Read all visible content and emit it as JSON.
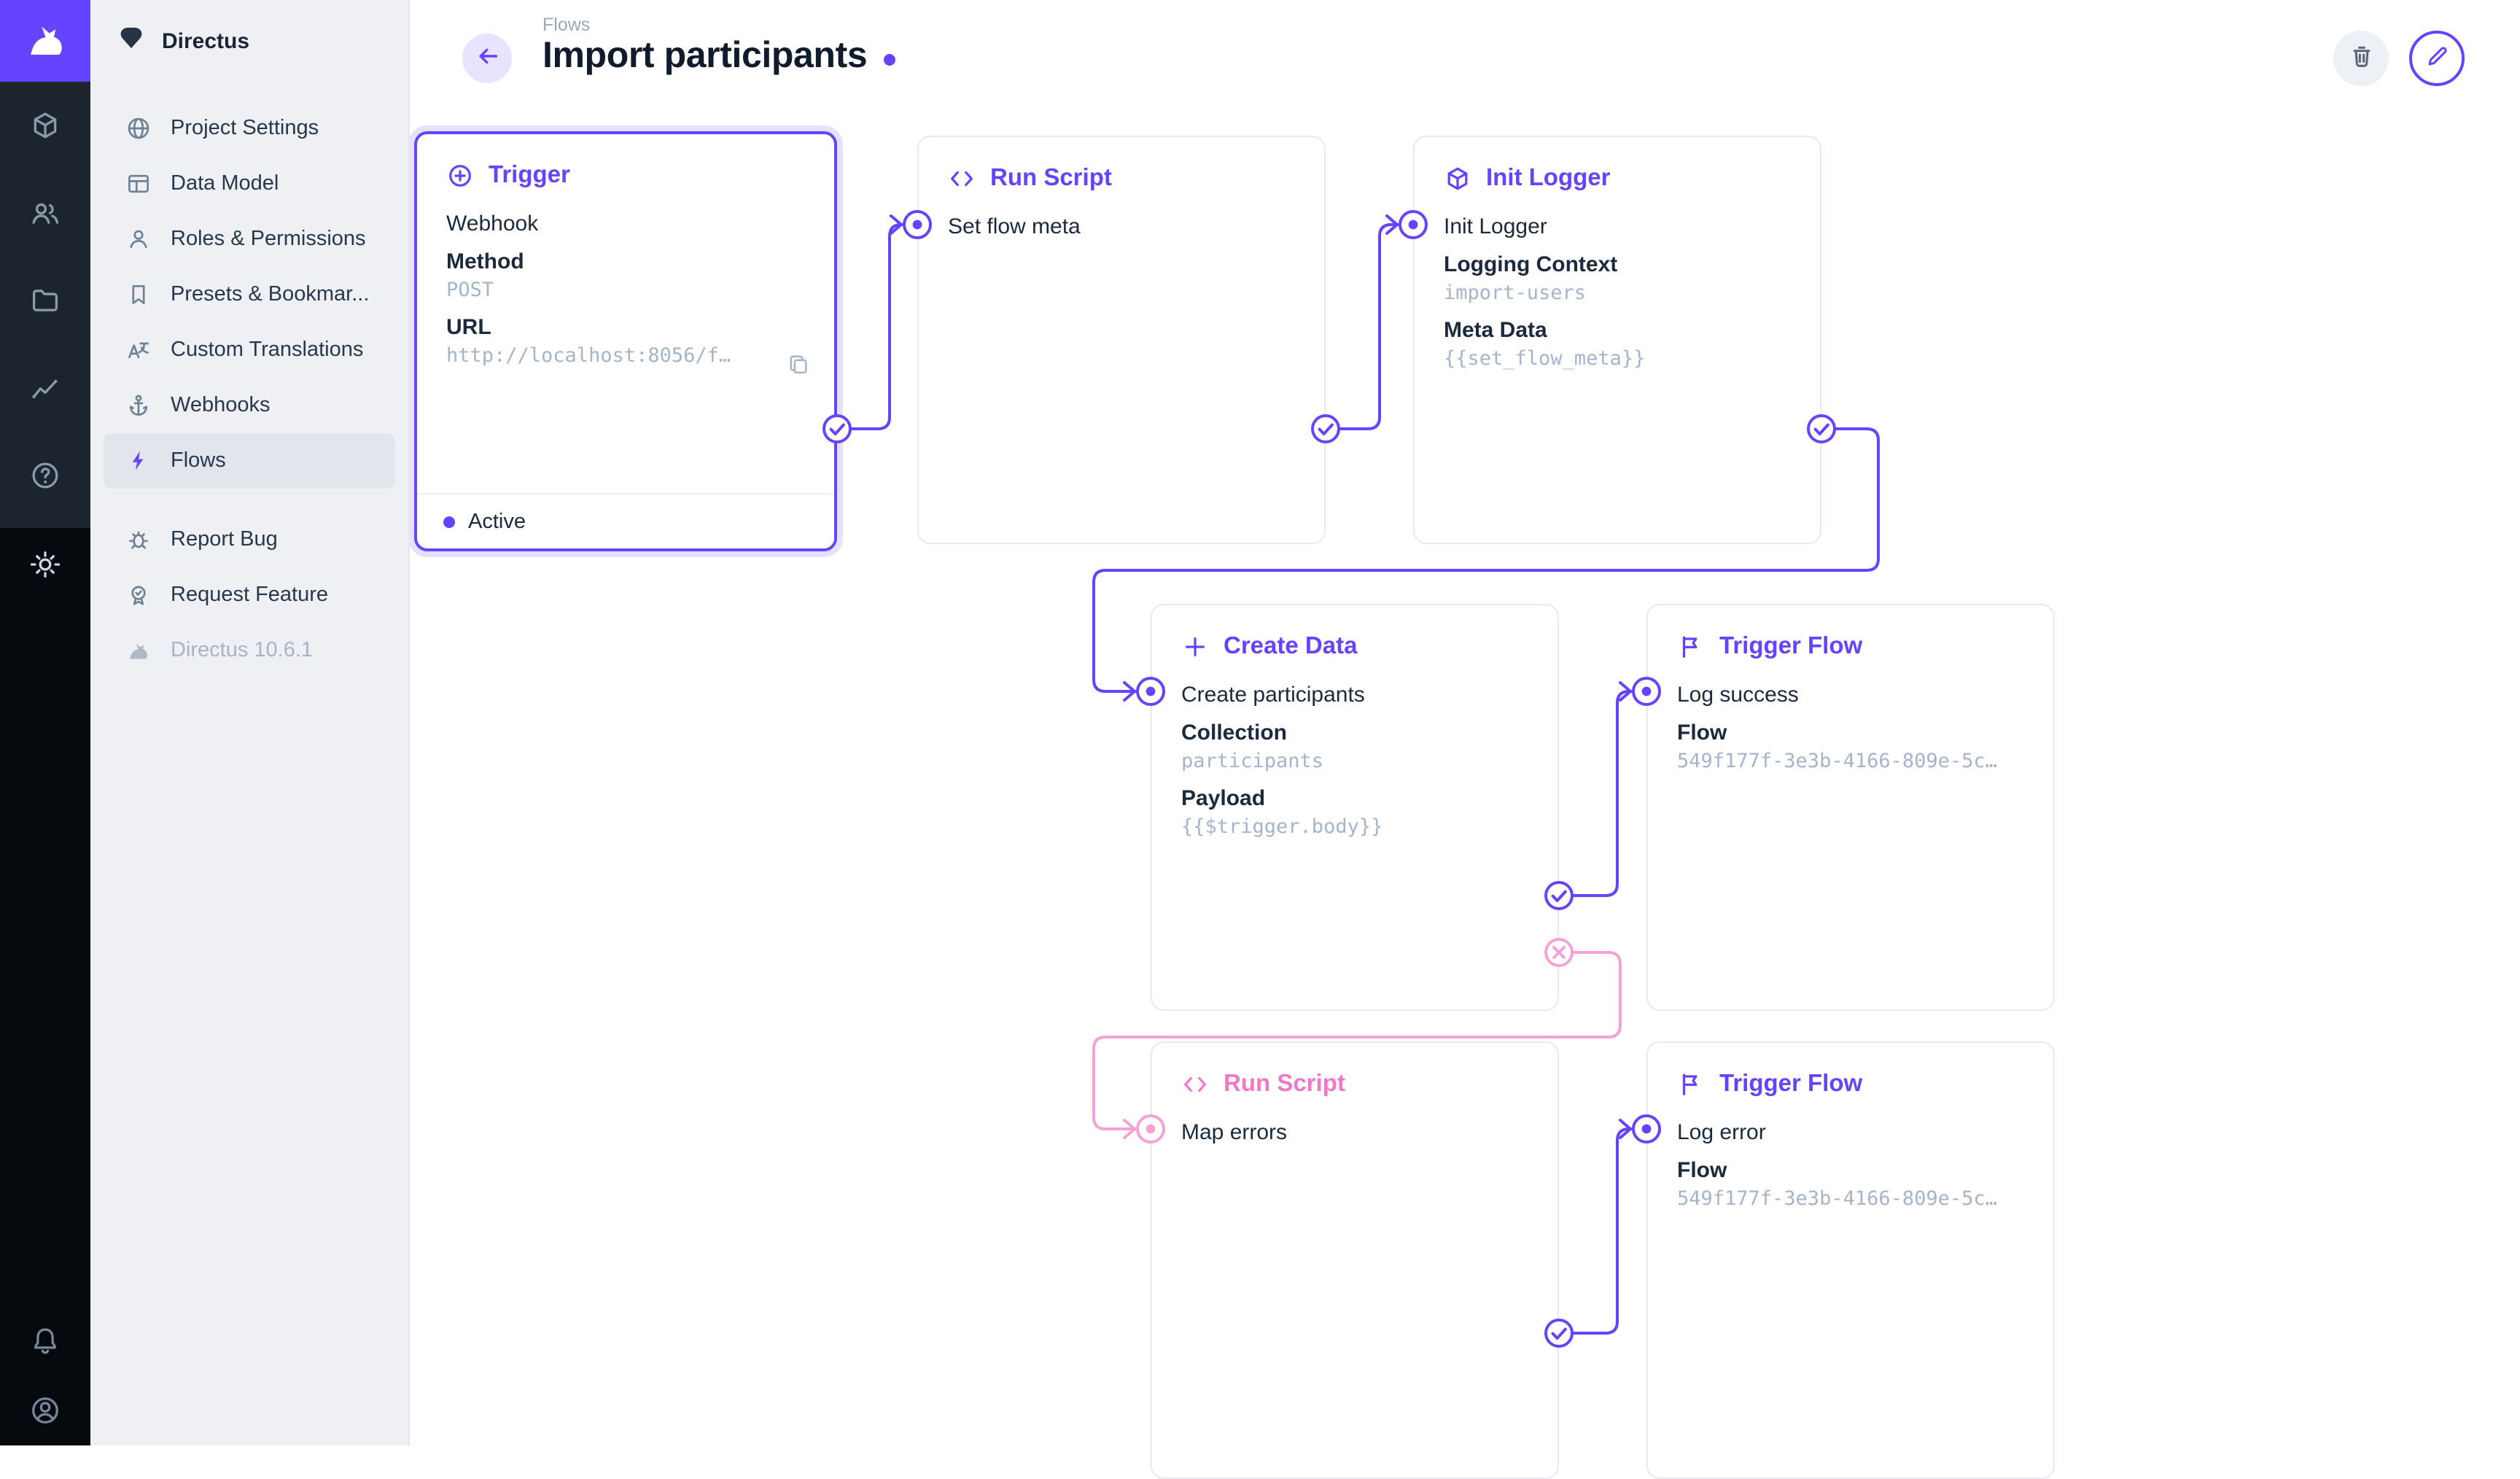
{
  "colors": {
    "primary": "#6644ff",
    "secondary_pink": "#ff99dd"
  },
  "module_bar": {
    "logo_icon": "directus-rabbit-icon",
    "modules": [
      "cube-icon",
      "people-icon",
      "folder-icon",
      "insights-icon",
      "help-icon",
      "settings-gear-icon"
    ],
    "bottom_icons": [
      "bell-icon",
      "user-circle-icon"
    ]
  },
  "sidebar": {
    "project_name": "Directus",
    "items": [
      {
        "label": "Project Settings"
      },
      {
        "label": "Data Model"
      },
      {
        "label": "Roles & Permissions"
      },
      {
        "label": "Presets & Bookmar..."
      },
      {
        "label": "Custom Translations"
      },
      {
        "label": "Webhooks"
      },
      {
        "label": "Flows"
      }
    ],
    "footer_items": [
      {
        "label": "Report Bug"
      },
      {
        "label": "Request Feature"
      },
      {
        "label": "Directus 10.6.1"
      }
    ]
  },
  "header": {
    "breadcrumb": "Flows",
    "title": "Import participants"
  },
  "flow": {
    "cards": [
      {
        "title": "Trigger",
        "subtitle": "Webhook",
        "fields": [
          {
            "label": "Method",
            "value": "POST"
          },
          {
            "label": "URL",
            "value": "http://localhost:8056/f…"
          }
        ],
        "status": "Active"
      },
      {
        "title": "Run Script",
        "subtitle": "Set flow meta"
      },
      {
        "title": "Init Logger",
        "subtitle": "Init Logger",
        "fields": [
          {
            "label": "Logging Context",
            "value": "import-users"
          },
          {
            "label": "Meta Data",
            "value": "{{set_flow_meta}}"
          }
        ]
      },
      {
        "title": "Create Data",
        "subtitle": "Create participants",
        "fields": [
          {
            "label": "Collection",
            "value": "participants"
          },
          {
            "label": "Payload",
            "value": "{{$trigger.body}}"
          }
        ]
      },
      {
        "title": "Trigger Flow",
        "subtitle": "Log success",
        "fields": [
          {
            "label": "Flow",
            "value": "549f177f-3e3b-4166-809e-5c…"
          }
        ]
      },
      {
        "title": "Run Script",
        "subtitle": "Map errors"
      },
      {
        "title": "Trigger Flow",
        "subtitle": "Log error",
        "fields": [
          {
            "label": "Flow",
            "value": "549f177f-3e3b-4166-809e-5c…"
          }
        ]
      }
    ]
  }
}
